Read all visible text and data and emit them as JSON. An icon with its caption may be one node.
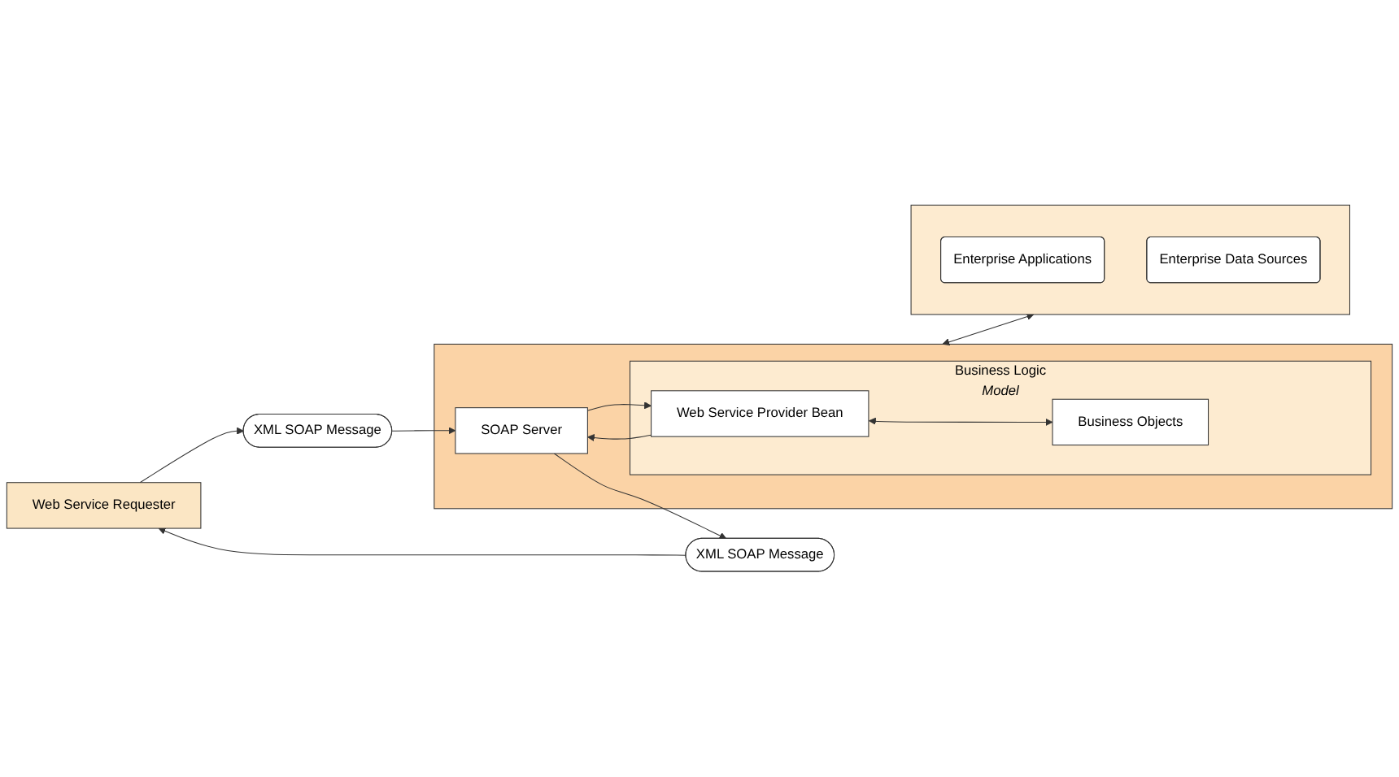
{
  "diagram": {
    "nodes": [
      {
        "text": [
          "Web Service Requester"
        ]
      },
      {
        "text": [
          "XML SOAP Message"
        ]
      },
      {
        "text": [
          "XML SOAP Message"
        ]
      },
      {
        "text": [],
        "shape": "box"
      },
      {
        "text": [
          "SOAP Server"
        ],
        "in": 3
      },
      {
        "text": [
          "Business Logic",
          "Model"
        ],
        "in": 3
      },
      {
        "text": [
          "Web Service Provider Bean"
        ],
        "in": 5
      },
      {
        "text": [
          "Business Objects"
        ],
        "in": 5
      },
      {
        "text": [],
        "shape": "box"
      },
      {
        "text": [
          "Enterprise Applications"
        ],
        "in": 8
      },
      {
        "text": [
          "Enterprise Data Sources"
        ],
        "in": 8
      }
    ],
    "edges": [
      {
        "from": 0,
        "to": 1,
        "arrow": "to"
      },
      {
        "from": 1,
        "to": 4,
        "arrow": "to"
      },
      {
        "from": 4,
        "to": 6,
        "arrow": "to"
      },
      {
        "from": 6,
        "to": 4,
        "arrow": "to"
      },
      {
        "from": 6,
        "to": 7,
        "arrow": "both"
      },
      {
        "from": 4,
        "to": 2,
        "arrow": "to"
      },
      {
        "from": 2,
        "to": 0,
        "arrow": "to"
      },
      {
        "from": 3,
        "to": 8,
        "arrow": "both"
      }
    ]
  }
}
